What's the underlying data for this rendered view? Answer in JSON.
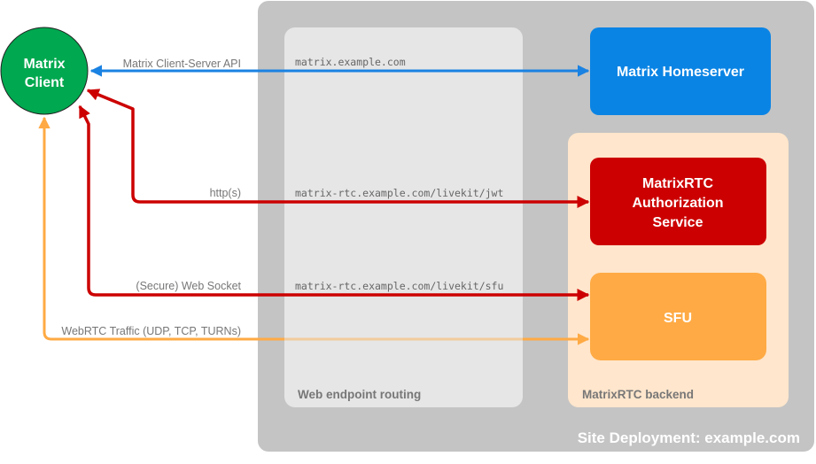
{
  "client": {
    "line1": "Matrix",
    "line2": "Client",
    "color": "#00a84f"
  },
  "site": {
    "label": "Site Deployment: example.com",
    "color": "#c4c4c4"
  },
  "routing": {
    "label": "Web endpoint routing",
    "color": "#e6e6e6"
  },
  "backend": {
    "label": "MatrixRTC backend",
    "color": "#ffe6cc"
  },
  "homeserver": {
    "label": "Matrix Homeserver",
    "color": "#0a84e4"
  },
  "auth": {
    "line1": "MatrixRTC",
    "line2": "Authorization",
    "line3": "Service",
    "color": "#cc0000"
  },
  "sfu": {
    "label": "SFU",
    "color": "#ffaa44"
  },
  "connections": {
    "cs_api": {
      "label": "Matrix Client-Server API",
      "endpoint": "matrix.example.com",
      "color": "#1a82e2"
    },
    "http": {
      "label": "http(s)",
      "endpoint": "matrix-rtc.example.com/livekit/jwt",
      "color": "#cc0000"
    },
    "ws": {
      "label": "(Secure) Web Socket",
      "endpoint": "matrix-rtc.example.com/livekit/sfu",
      "color": "#cc0000"
    },
    "webrtc": {
      "label": "WebRTC Traffic (UDP, TCP, TURNs)",
      "color": "#ffaa44"
    }
  }
}
